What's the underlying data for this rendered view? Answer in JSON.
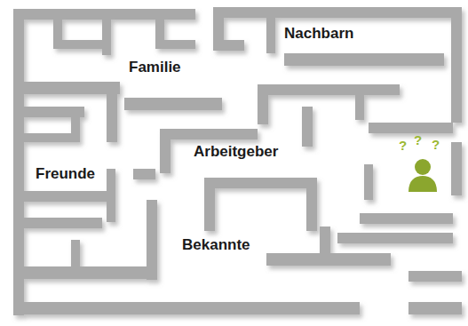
{
  "diagram": {
    "labels": [
      "Nachbarn",
      "Familie",
      "Arbeitgeber",
      "Freunde",
      "Bekannte",
      "?",
      "?",
      "?"
    ]
  }
}
